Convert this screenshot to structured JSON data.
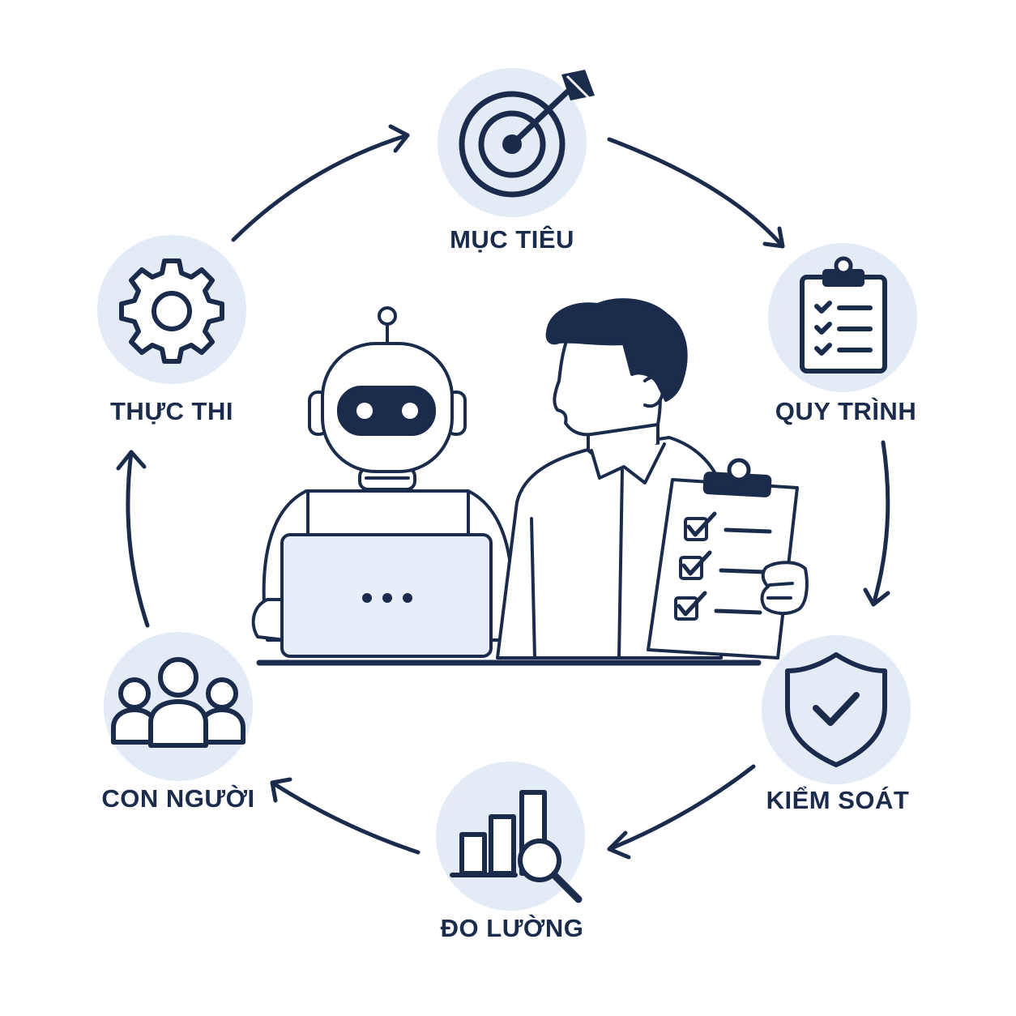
{
  "colors": {
    "navy": "#1a2b4c",
    "circle_fill": "#e3ebf6",
    "screen_fill": "#e8eef7",
    "white": "#ffffff"
  },
  "cycle": {
    "stages": [
      {
        "id": "muc-tieu",
        "label": "MỤC TIÊU",
        "icon": "target-icon"
      },
      {
        "id": "quy-trinh",
        "label": "QUY TRÌNH",
        "icon": "clipboard-checklist-icon"
      },
      {
        "id": "kiem-soat",
        "label": "KIỂM SOÁT",
        "icon": "shield-check-icon"
      },
      {
        "id": "do-luong",
        "label": "ĐO LƯỜNG",
        "icon": "bar-chart-magnifier-icon"
      },
      {
        "id": "con-nguoi",
        "label": "CON NGƯỜI",
        "icon": "people-group-icon"
      },
      {
        "id": "thuc-thi",
        "label": "THỰC THI",
        "icon": "gear-icon"
      }
    ]
  },
  "center": {
    "robot_icon": "robot-icon",
    "laptop_icon": "laptop-icon",
    "person_icon": "person-icon",
    "clipboard_icon": "clipboard-checklist-icon"
  }
}
